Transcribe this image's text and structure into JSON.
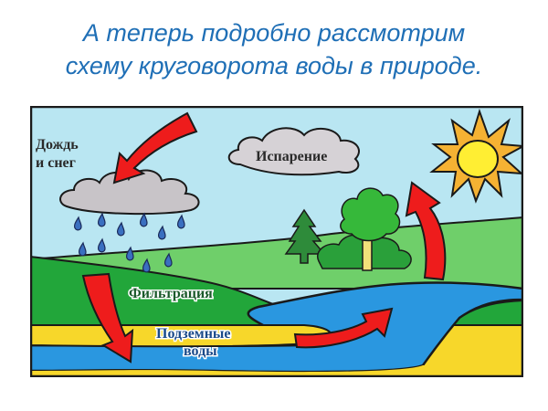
{
  "slide": {
    "title_line1": "А теперь подробно рассмотрим",
    "title_line2": "схему круговорота воды в природе.",
    "title_color": "#1f6fb6"
  },
  "diagram": {
    "labels": {
      "rain_snow_line1": "Дождь",
      "rain_snow_line2": "и снег",
      "evaporation": "Испарение",
      "filtration": "Фильтрация",
      "groundwater_line1": "Подземные",
      "groundwater_line2": "воды"
    },
    "elements": [
      "rain-cloud",
      "evaporation-cloud",
      "sun",
      "fir-tree",
      "deciduous-tree",
      "bush",
      "lake",
      "raindrops",
      "arrow-into-cloud",
      "arrow-evaporation-up",
      "arrow-filtration-down",
      "arrow-groundwater-to-lake"
    ],
    "colors": {
      "sky": "#b9e6f2",
      "grass_dark": "#22a63a",
      "grass_light": "#6fcf6a",
      "water": "#2a97e0",
      "sand": "#f7d72a",
      "arrow": "#ee1c1c",
      "cloud": "#c8c4c8",
      "sun": "#ffee33",
      "sun_rays": "#f5b233",
      "outline": "#1a1a1a"
    }
  }
}
